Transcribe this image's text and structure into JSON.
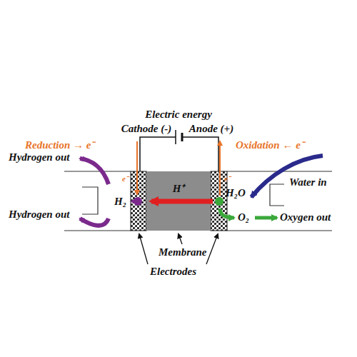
{
  "diagram": {
    "nodes": [
      {
        "text": [
          "H⁺"
        ]
      }
    ],
    "labels": [
      "Electric energy",
      "Cathode (-)",
      "Anode (+)",
      "Reduction → e⁻",
      "Oxidation ← e⁻",
      "Hydrogen out",
      "Water in",
      "H₂",
      "H₂O",
      "Hydrogen out",
      "O₂",
      "Oxygen out",
      "Membrane",
      "Electrodes",
      "e⁻",
      "e⁻"
    ]
  }
}
